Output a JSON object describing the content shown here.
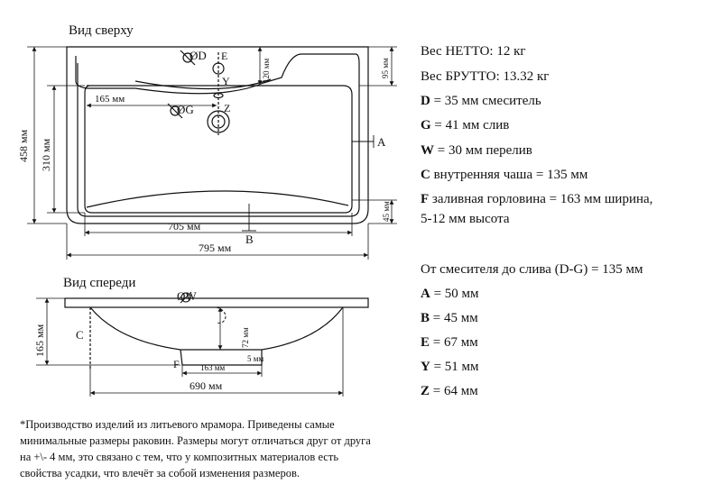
{
  "views": {
    "top_title": "Вид сверху",
    "front_title": "Вид спереди"
  },
  "top_view": {
    "d_label": "ØD",
    "e_label": "E",
    "y_label": "Y",
    "g_label": "ØG",
    "z_label": "Z",
    "a_label": "A",
    "b_label": "B",
    "dim_165": "165 мм",
    "dim_120": "120 мм",
    "dim_95": "95 мм",
    "dim_458": "458 мм",
    "dim_310": "310 мм",
    "dim_45": "45 мм",
    "dim_705": "705 мм",
    "dim_795": "795 мм"
  },
  "front_view": {
    "w_label": "ØW",
    "c_label": "C",
    "f_label": "F",
    "dim_165": "165 мм",
    "dim_72": "72 мм",
    "dim_5": "5 мм",
    "dim_163": "163 мм",
    "dim_690": "690 мм"
  },
  "specs": {
    "net": "Вес НЕТТО: 12 кг",
    "gross": "Вес БРУТТО: 13.32 кг",
    "d": {
      "key": "D",
      "text": " = 35 мм смеситель"
    },
    "g": {
      "key": "G",
      "text": " = 41 мм слив"
    },
    "w": {
      "key": "W",
      "text": " = 30 мм перелив"
    },
    "c": {
      "key": "C",
      "text": " внутренняя чаша = 135 мм"
    },
    "f": {
      "key": "F",
      "text": " заливная горловина = 163 мм ширина,"
    },
    "f2": "5-12 мм высота",
    "dg": "От смесителя до слива (D-G) = 135 мм",
    "a": {
      "key": "A",
      "text": " = 50 мм"
    },
    "b": {
      "key": "B",
      "text": " = 45 мм"
    },
    "e": {
      "key": "E",
      "text": " = 67 мм"
    },
    "y": {
      "key": "Y",
      "text": " = 51 мм"
    },
    "z": {
      "key": "Z",
      "text": " = 64 мм"
    }
  },
  "note": {
    "line1": "*Производство изделий из литьевого мрамора. Приведены самые",
    "line2": "минимальные размеры раковин. Размеры могут отличаться друг от друга",
    "line3": "на +\\- 4 мм, это связано с тем, что у композитных материалов есть",
    "line4": "свойства усадки, что влечёт за собой изменения размеров."
  }
}
